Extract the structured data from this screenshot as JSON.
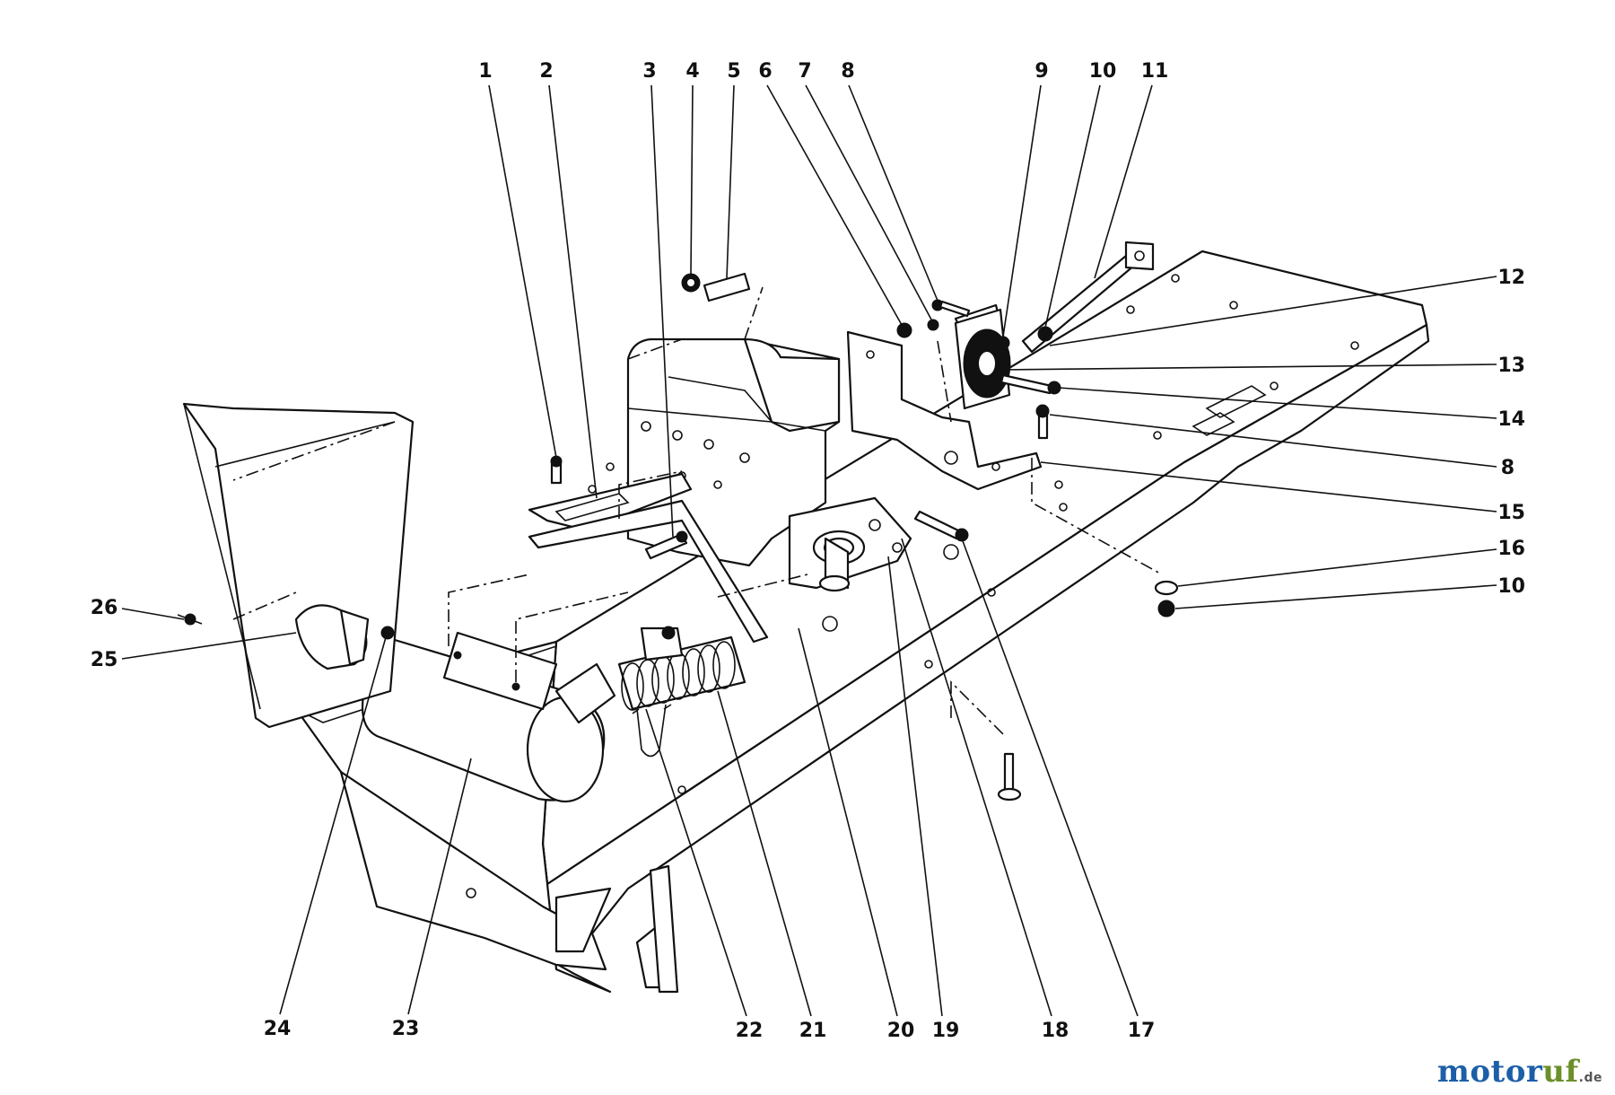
{
  "callouts": {
    "top": [
      "1",
      "2",
      "3",
      "4",
      "5",
      "6",
      "7",
      "8",
      "9",
      "10",
      "11"
    ],
    "right": [
      "12",
      "13",
      "14",
      "8",
      "15",
      "16",
      "10"
    ],
    "bottom": [
      "24",
      "23",
      "22",
      "21",
      "20",
      "19",
      "18",
      "17"
    ],
    "left": [
      "26",
      "25"
    ]
  },
  "watermark": {
    "name_part1": "motor",
    "name_part2": "uf",
    "tld": ".de"
  },
  "colors": {
    "line": "#111111",
    "background": "#ffffff",
    "watermark_blue": "#1c5fa8",
    "watermark_green": "#6b8f2a"
  }
}
